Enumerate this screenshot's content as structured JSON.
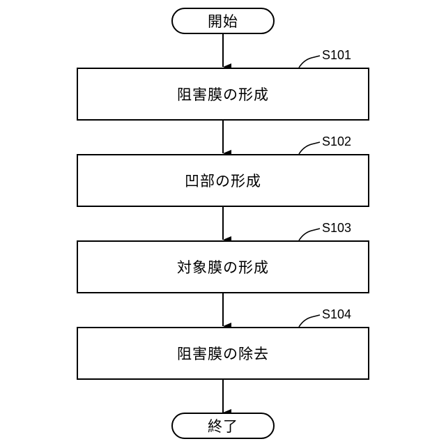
{
  "flowchart": {
    "start_label": "開始",
    "end_label": "終了",
    "steps": [
      {
        "id": "S101",
        "text": "阻害膜の形成"
      },
      {
        "id": "S102",
        "text": "凹部の形成"
      },
      {
        "id": "S103",
        "text": "対象膜の形成"
      },
      {
        "id": "S104",
        "text": "阻害膜の除去"
      }
    ]
  }
}
